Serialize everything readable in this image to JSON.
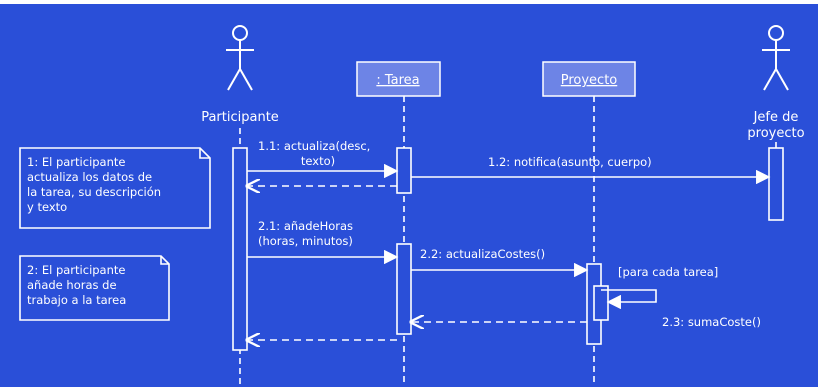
{
  "colors": {
    "background": "#2a4fd8",
    "object_box": "#6d84e6",
    "line": "#ffffff",
    "text": "#ffffff"
  },
  "actors": {
    "participante": "Participante",
    "jefe_line1": "Jefe de",
    "jefe_line2": "proyecto"
  },
  "objects": {
    "tarea": ": Tarea",
    "proyecto": "Proyecto"
  },
  "messages": {
    "m11_line1": "1.1: actualiza(desc,",
    "m11_line2": "texto)",
    "m12": "1.2: notifica(asunto, cuerpo)",
    "m21_line1": "2.1: añadeHoras",
    "m21_line2": "(horas, minutos)",
    "m22": "2.2: actualizaCostes()",
    "guard": "[para cada tarea]",
    "m23": "2.3: sumaCoste()"
  },
  "notes": {
    "note1": [
      "1: El participante",
      "actualiza los datos de",
      "la tarea, su descripción",
      "y texto"
    ],
    "note2": [
      "2: El participante",
      "añade horas de",
      "trabajo a la tarea"
    ]
  }
}
